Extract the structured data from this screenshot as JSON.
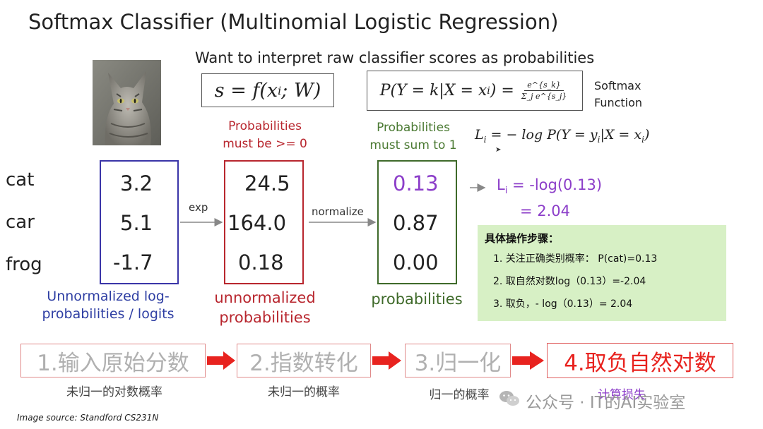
{
  "title": "Softmax Classifier (Multinomial Logistic Regression)",
  "subtitle": "Want to interpret raw classifier scores as probabilities",
  "formulas": {
    "score_lhs": "s = f(x",
    "score_sub": "i",
    "score_rhs": "; W)",
    "prob_lhs": "P(Y = k|X = x",
    "prob_sub": "i",
    "prob_rhs": ") =",
    "prob_numerator": "e^{s_k}",
    "prob_denominator": "Σ_j e^{s_j}",
    "softmax_label_1": "Softmax",
    "softmax_label_2": "Function",
    "loss_lhs": "L",
    "loss_sub": "i",
    "loss_rhs": " = − log P(Y = y",
    "loss_sub2": "i",
    "loss_rhs2": "|X = x",
    "loss_sub3": "i",
    "loss_end": ")"
  },
  "classes": [
    "cat",
    "car",
    "frog"
  ],
  "columns": {
    "logits": {
      "values": [
        "3.2",
        "5.1",
        "-1.7"
      ],
      "caption_1": "Unnormalized log-",
      "caption_2": "probabilities / logits",
      "color": "#3a35a8"
    },
    "unnormalized": {
      "values": [
        "24.5",
        "164.0",
        "0.18"
      ],
      "caption_1": "unnormalized",
      "caption_2": "probabilities",
      "note_1": "Probabilities",
      "note_2": "must be >= 0",
      "color": "#b8262e"
    },
    "probabilities": {
      "values": [
        "0.13",
        "0.87",
        "0.00"
      ],
      "caption": "probabilities",
      "note_1": "Probabilities",
      "note_2": "must sum to 1",
      "color": "#3f6a2a"
    }
  },
  "arrows": {
    "exp": "exp",
    "normalize": "normalize"
  },
  "loss_result": {
    "line_1_prefix": "L",
    "line_1_sub": "i",
    "line_1_rest": " = -log(0.13)",
    "line_2": "= 2.04"
  },
  "steps": {
    "title": "具体操作步骤：",
    "items": [
      "1. 关注正确类别概率： P(cat)=0.13",
      "2. 取自然对数log（0.13）=-2.04",
      "3.  取负，- log（0.13）=  2.04"
    ],
    "background": "#d7f0c5"
  },
  "flow": [
    {
      "label": "1.输入原始分数",
      "sub": "未归一的对数概率"
    },
    {
      "label": "2.指数转化",
      "sub": "未归一的概率"
    },
    {
      "label": "3.归一化",
      "sub": "归一的概率"
    },
    {
      "label": "4.取负自然对数",
      "sub": "计算损失"
    }
  ],
  "colors": {
    "highlight": "#8c3ec9",
    "flow_arrow": "#e8231f"
  },
  "watermark": "公众号 · IT的AI实验室",
  "image_source": "Image source: Standford CS231N",
  "icons": {
    "cat_photo": "cat-image",
    "wechat": "wechat-icon"
  }
}
